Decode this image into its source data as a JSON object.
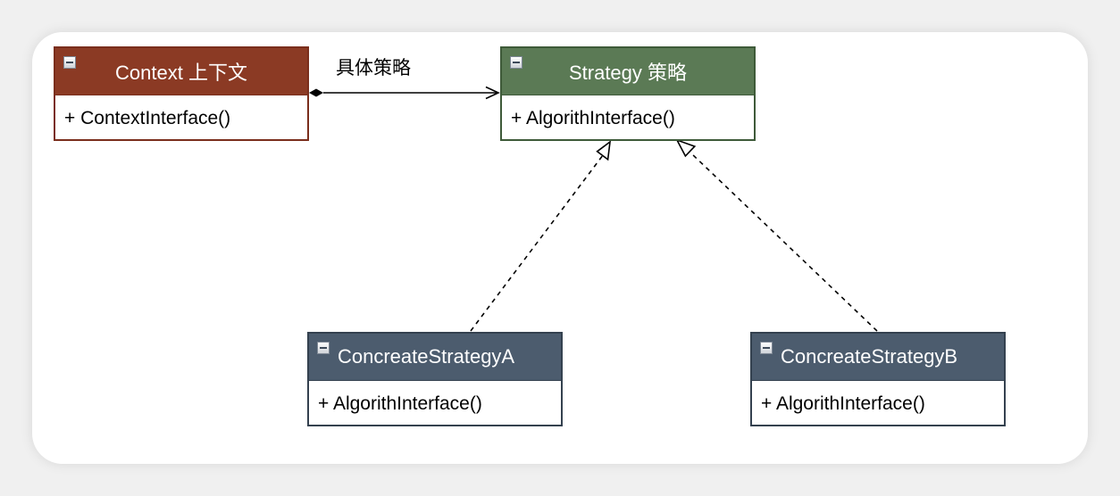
{
  "diagram": {
    "classes": {
      "context": {
        "name": "Context 上下文",
        "method": "+ ContextInterface()",
        "color": "#8b3a24"
      },
      "strategy": {
        "name": "Strategy 策略",
        "method": "+ AlgorithInterface()",
        "color": "#5b7a55"
      },
      "concrete_a": {
        "name": "ConcreateStrategyA",
        "method": "+ AlgorithInterface()",
        "color": "#4c5c6e"
      },
      "concrete_b": {
        "name": "ConcreateStrategyB",
        "method": "+ AlgorithInterface()",
        "color": "#4c5c6e"
      }
    },
    "edges": {
      "context_to_strategy": {
        "label": "具体策略",
        "type": "aggregation"
      },
      "a_to_strategy": {
        "type": "realization"
      },
      "b_to_strategy": {
        "type": "realization"
      }
    }
  }
}
